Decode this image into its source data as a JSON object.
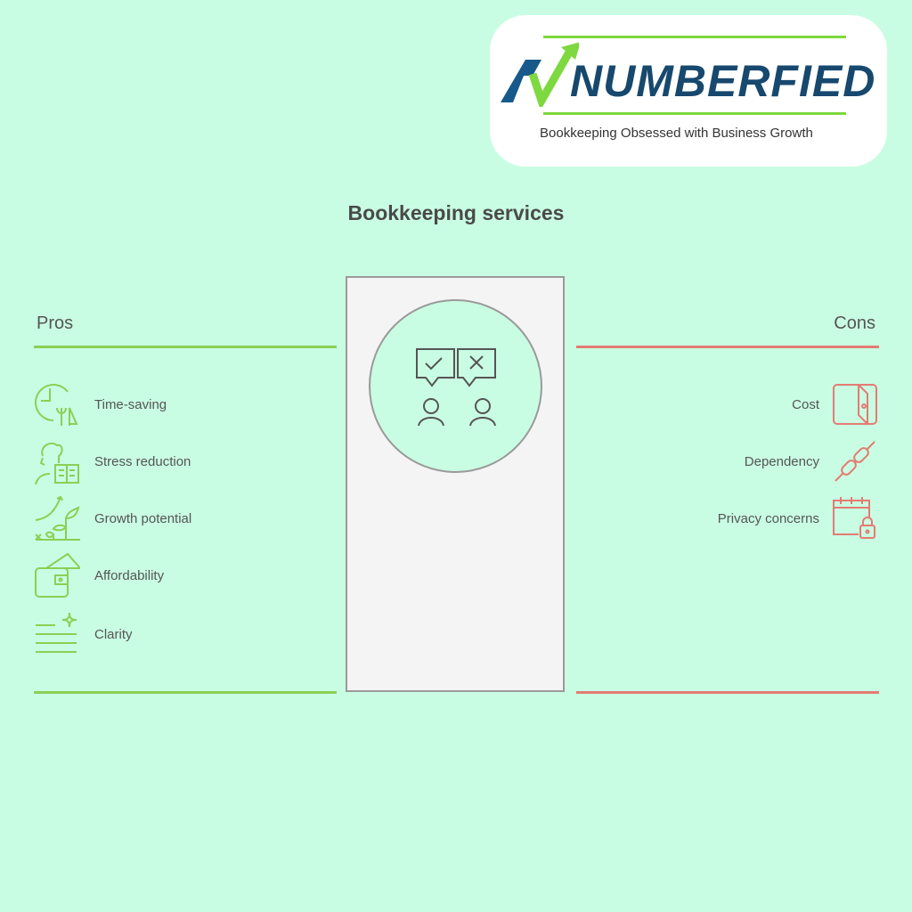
{
  "logo": {
    "brand": "NUMBERFIED",
    "tagline": "Bookkeeping Obsessed with Business Growth"
  },
  "title": "Bookkeeping services",
  "pros": {
    "heading": "Pros",
    "items": [
      {
        "label": "Time-saving",
        "icon": "clock-plant-icon"
      },
      {
        "label": "Stress reduction",
        "icon": "person-reading-icon"
      },
      {
        "label": "Growth potential",
        "icon": "growing-plant-icon"
      },
      {
        "label": "Affordability",
        "icon": "wallet-money-icon"
      },
      {
        "label": "Clarity",
        "icon": "lines-sparkle-icon"
      }
    ]
  },
  "cons": {
    "heading": "Cons",
    "items": [
      {
        "label": "Cost",
        "icon": "wallet-icon"
      },
      {
        "label": "Dependency",
        "icon": "broken-chain-icon"
      },
      {
        "label": "Privacy concerns",
        "icon": "calendar-lock-icon"
      }
    ]
  },
  "colors": {
    "background": "#c9fde3",
    "pro": "#8ccf55",
    "con": "#e47b72",
    "brand": "#17486e"
  }
}
